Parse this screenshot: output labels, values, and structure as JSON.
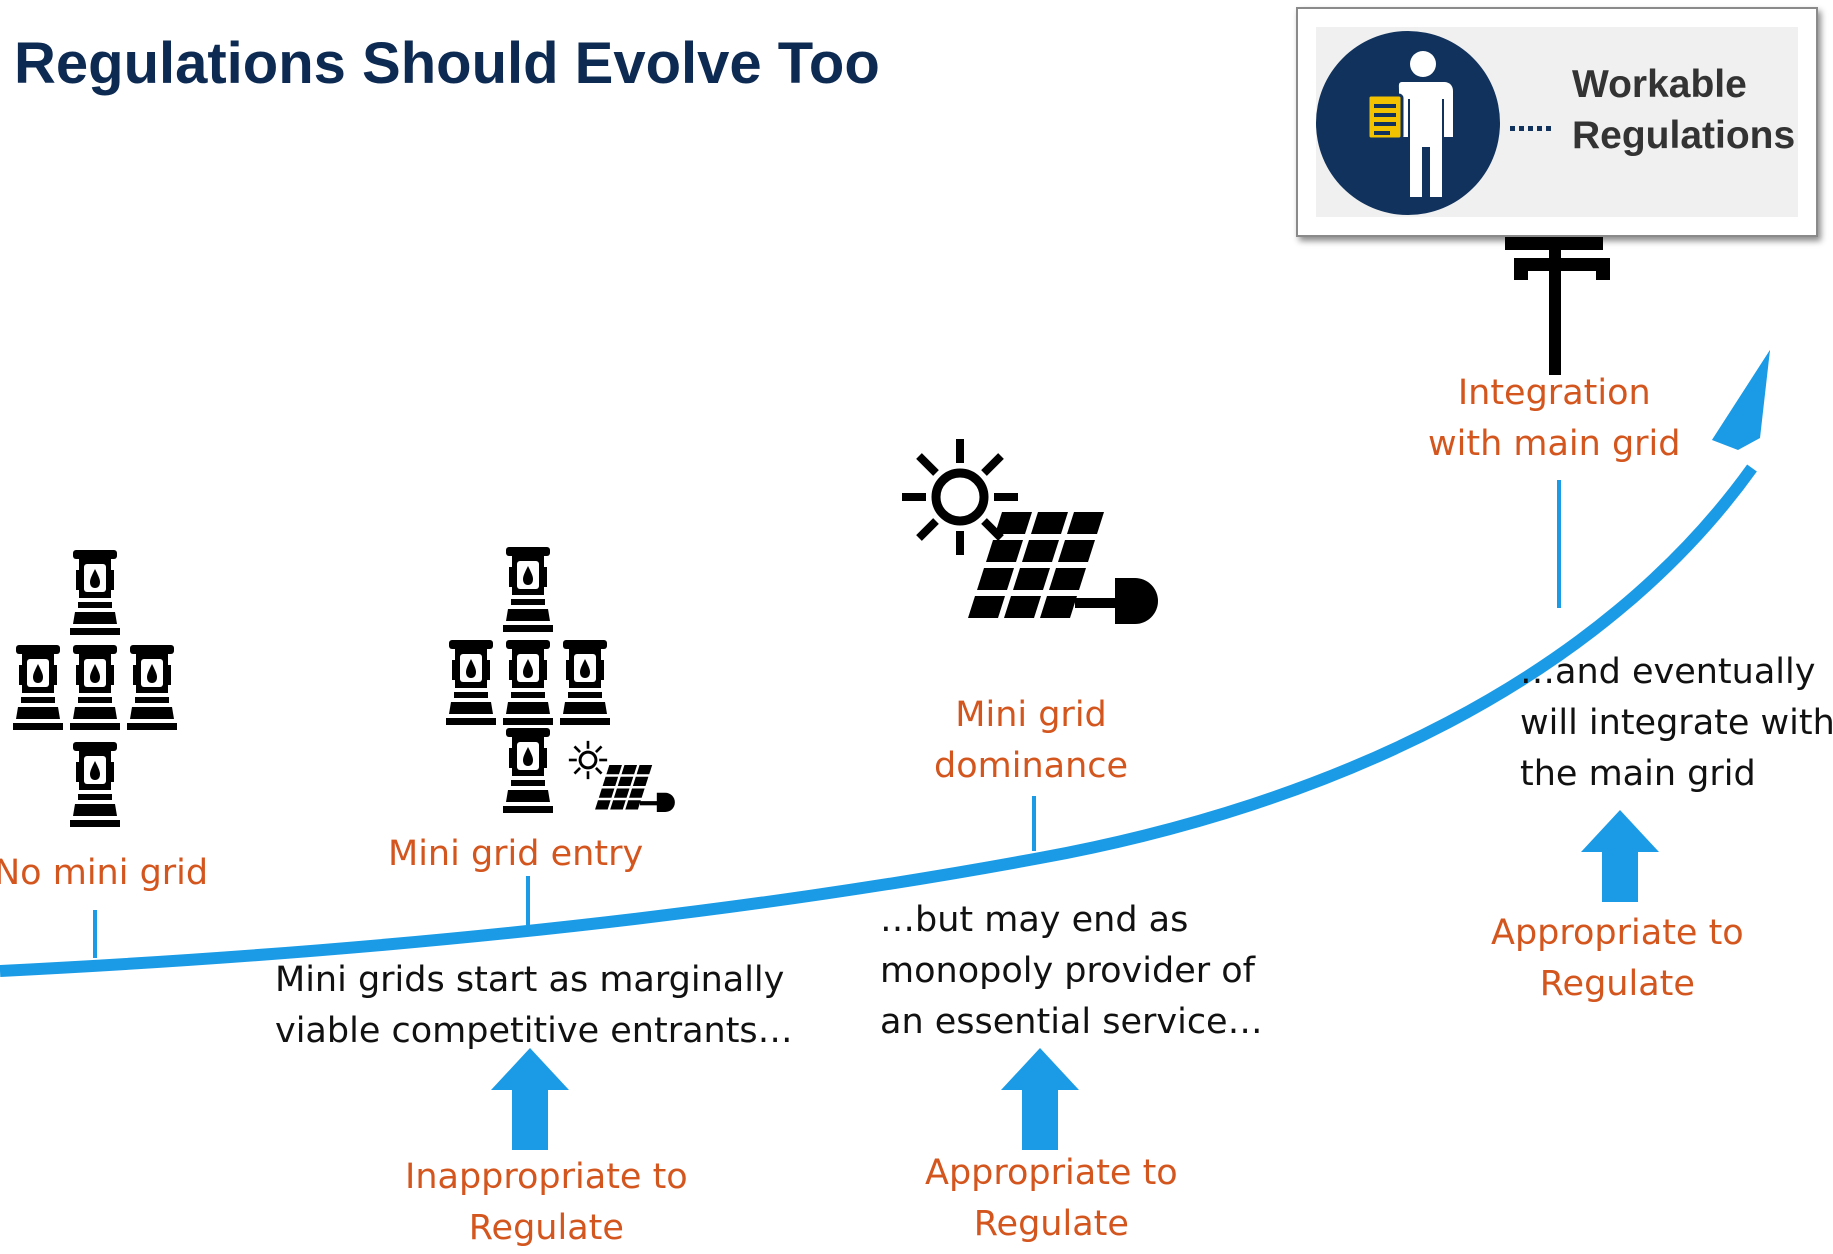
{
  "title": "Regulations Should Evolve Too",
  "badge": {
    "line1": "Workable",
    "line2": "Regulations"
  },
  "stages": {
    "no_mini_grid": "No mini grid",
    "entry": "Mini grid entry",
    "dominance_line1": "Mini grid",
    "dominance_line2": "dominance",
    "integration_line1": "Integration",
    "integration_line2": "with main grid"
  },
  "descriptions": {
    "entrants_line1": "Mini grids start as marginally",
    "entrants_line2": "viable competitive entrants…",
    "monopoly_line1": "…but may end as",
    "monopoly_line2": "monopoly provider of",
    "monopoly_line3": "an essential service…",
    "integrate_line1": "…and eventually",
    "integrate_line2": "will integrate with",
    "integrate_line3": "the main grid"
  },
  "regulation": {
    "inappropriate_line1": "Inappropriate to",
    "appropriate_line1": "Appropriate to",
    "regulate": "Regulate"
  },
  "colors": {
    "title": "#0d2a52",
    "curve": "#1b9be6",
    "stage_label": "#d4561f",
    "badge_circle": "#10325c"
  },
  "icons": [
    "lantern-icon",
    "solar-panel-icon",
    "sun-icon",
    "plug-icon",
    "person-icon",
    "clipboard-icon",
    "utility-pole-icon",
    "up-arrow-icon"
  ]
}
